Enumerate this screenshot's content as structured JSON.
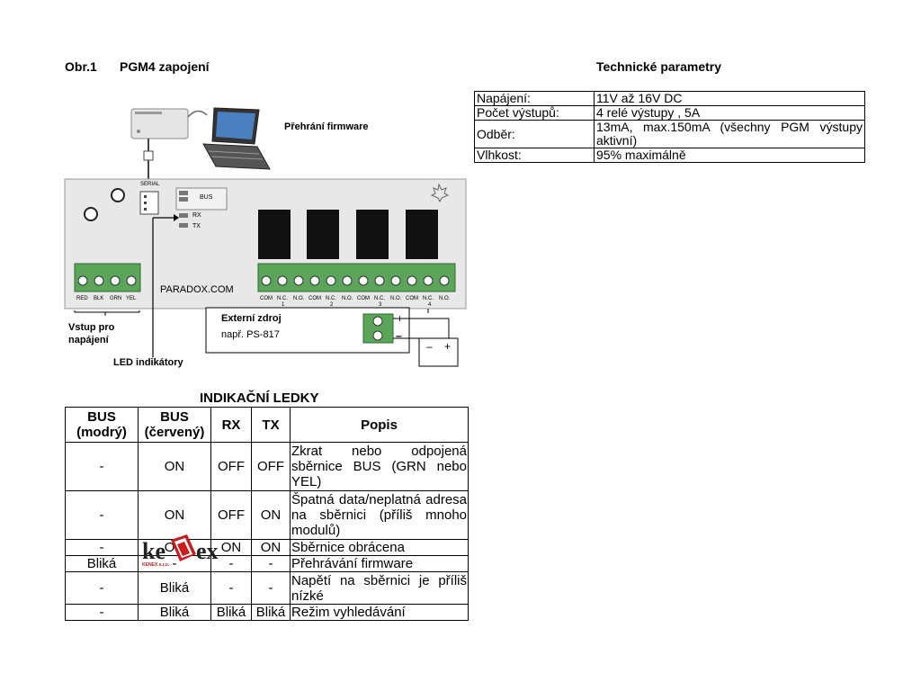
{
  "figure": {
    "caption_number": "Obr.1",
    "caption_title": "PGM4 zapojení",
    "label_firmware": "Přehrání firmware",
    "label_power_input_line1": "Vstup pro",
    "label_power_input_line2": "napájení",
    "label_led_indicators": "LED indikátory",
    "label_external_source": "Externí zdroj",
    "label_external_example": "např. PS-817",
    "board_brand": "PARADOX.COM",
    "serial_label": "SERIAL",
    "bus_label": "BUS",
    "rx_label": "RX",
    "tx_label": "TX",
    "power_terminals": [
      "RED",
      "BLK",
      "GRN",
      "YEL"
    ],
    "relay_terminals": [
      "COM",
      "N.C.",
      "N.O.",
      "COM",
      "N.C.",
      "N.O.",
      "COM",
      "N.C.",
      "N.O.",
      "COM",
      "N.C.",
      "N.O."
    ],
    "relay_numbers": [
      "1",
      "2",
      "3",
      "4"
    ],
    "plus_sign": "+",
    "minus_sign": "–",
    "battery_minus": "–",
    "battery_plus": "+"
  },
  "tech": {
    "title": "Technické parametry",
    "rows": [
      {
        "key": "Napájení:",
        "value": "11V až 16V DC"
      },
      {
        "key": "Počet výstupů:",
        "value": "4 relé výstupy , 5A"
      },
      {
        "key": "Odběr:",
        "value": "13mA, max.150mA (všechny PGM výstupy aktivní)"
      },
      {
        "key": "Vlhkost:",
        "value": "95% maximálně"
      }
    ]
  },
  "leds": {
    "title": "INDIKAČNÍ LEDKY",
    "headers": [
      "BUS (modrý)",
      "BUS (červený)",
      "RX",
      "TX",
      "Popis"
    ],
    "rows": [
      [
        "-",
        "ON",
        "OFF",
        "OFF",
        "Zkrat nebo odpojená sběrnice BUS (GRN nebo YEL)"
      ],
      [
        "-",
        "ON",
        "OFF",
        "ON",
        "Špatná data/neplatná adresa na sběrnici (příliš mnoho modulů)"
      ],
      [
        "-",
        "ON",
        "ON",
        "ON",
        "Sběrnice obrácena"
      ],
      [
        "Bliká",
        "-",
        "-",
        "-",
        "Přehrávání firmware"
      ],
      [
        "-",
        "Bliká",
        "-",
        "-",
        "Napětí na sběrnici je příliš nízké"
      ],
      [
        "-",
        "Bliká",
        "Bliká",
        "Bliká",
        "Režim vyhledávání"
      ]
    ]
  },
  "logo": {
    "text_left": "ke",
    "text_right": "ex",
    "sub": "KENEX s.r.o.",
    "accent_color": "#c81e1e"
  }
}
